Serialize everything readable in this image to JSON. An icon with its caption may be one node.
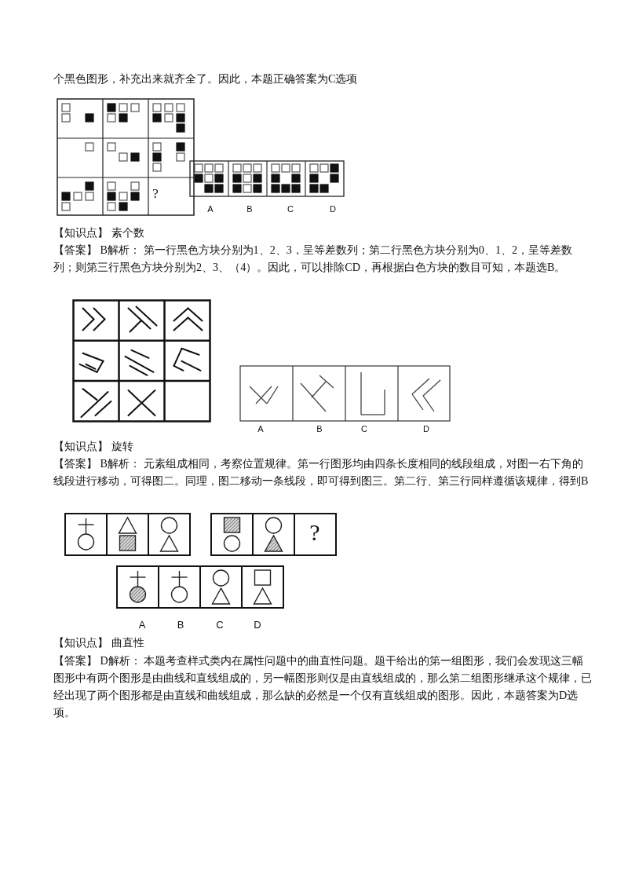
{
  "diagram": {
    "labels": [
      "个黑色图形，补充出来就齐全了。因此，本题正确答案为C选项",
      "?",
      "A",
      "B",
      "C",
      "D",
      "【知识点】 素个数",
      "【答案】 B解析： 第一行黑色方块分别为1、2、3，呈等差数列；第二行黑色方块分别为0、1、2，呈等差数列；则第三行黑色方块分别为2、3、（4）。因此，可以排除CD，再根据白色方块的数目可知，本题选B。",
      "A",
      "B",
      "C",
      "D",
      "【知识点】 旋转",
      "【答案】 B解析： 元素组成相同，考察位置规律。第一行图形均由四条长度相同的线段组成，对图一右下角的线段进行移动，可得图二。同理，图二移动一条线段，即可得到图三。第二行、第三行同样遵循该规律，得到B",
      "?",
      "A",
      "B",
      "C",
      "D",
      "【知识点】 曲直性",
      "【答案】 D解析： 本题考查样式类内在属性问题中的曲直性问题。题干给出的第一组图形，我们会发现这三幅图形中有两个图形是由曲线和直线组成的，另一幅图形则仅是由直线组成的，那么第二组图形继承这个规律，已经出现了两个图形都是由直线和曲线组成，那么缺的必然是一个仅有直线组成的图形。因此，本题答案为D选项。"
    ]
  }
}
